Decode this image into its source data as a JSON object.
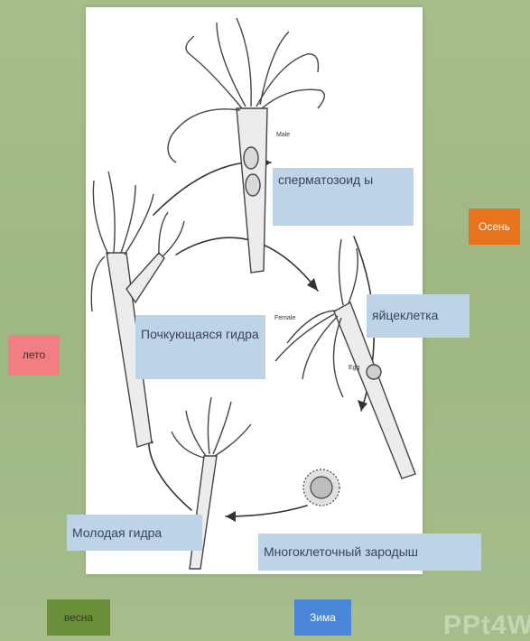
{
  "labels": {
    "spermatozoid": "сперматозоид ы",
    "egg_cell": "яйцеклетка",
    "budding_hydra": "Почкующаяся гидра",
    "young_hydra": "Молодая гидра",
    "embryo": "Многоклеточный зародыш"
  },
  "tiny_labels": {
    "male": "Male",
    "female": "Female",
    "egg": "Egg"
  },
  "seasons": {
    "autumn": "Осень",
    "summer": "лето",
    "spring": "весна",
    "winter": "Зима"
  },
  "season_colors": {
    "autumn": "#e8731f",
    "summer": "#f27e84",
    "spring": "#6b8e3a",
    "winter": "#4a86d8"
  },
  "watermark": "PPt4W"
}
